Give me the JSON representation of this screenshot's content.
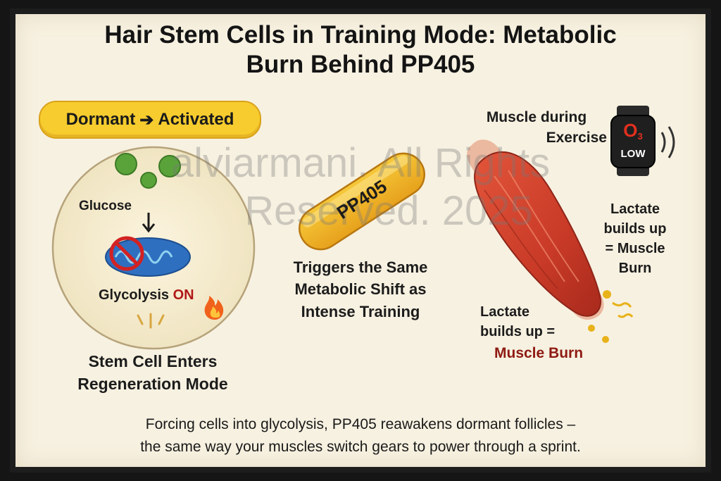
{
  "title_line1": "Hair Stem Cells in Training Mode: Metabolic",
  "title_line2": "Burn Behind PP405",
  "badge": {
    "from": "Dormant",
    "arrow": "➔",
    "to": "Activated"
  },
  "cell": {
    "glucose_label": "Glucose",
    "glycolysis_label": "Glycolysis",
    "glycolysis_state": "ON",
    "caption_line1": "Stem Cell Enters",
    "caption_line2": "Regeneration Mode"
  },
  "pill": {
    "label": "PP405",
    "caption_line1": "Triggers the Same",
    "caption_line2": "Metabolic Shift as",
    "caption_line3": "Intense Training"
  },
  "muscle": {
    "title_line1": "Muscle during",
    "title_line2": "Exercise",
    "watch_o2": "O",
    "watch_o2_sub": "3",
    "watch_status": "LOW",
    "side_line1": "Lactate",
    "side_line2": "builds up",
    "side_line3": "= Muscle",
    "side_line4": "Burn",
    "bottom_line1": "Lactate",
    "bottom_line2": "builds up =",
    "bottom_line3": "Muscle Burn"
  },
  "watermark_line1": "alviarmani. All Rights",
  "watermark_line2": "Reserved. 2025",
  "footer_line1": "Forcing cells into glycolysis, PP405 reawakens dormant follicles –",
  "footer_line2": "the same way your muscles switch gears to power through a sprint.",
  "colors": {
    "paper": "#f7f1e1",
    "badge": "#f7cc2e",
    "glucose": "#5aa33a",
    "mito": "#2f6fc0",
    "muscle": "#d2402c",
    "accent_red": "#b01818"
  }
}
